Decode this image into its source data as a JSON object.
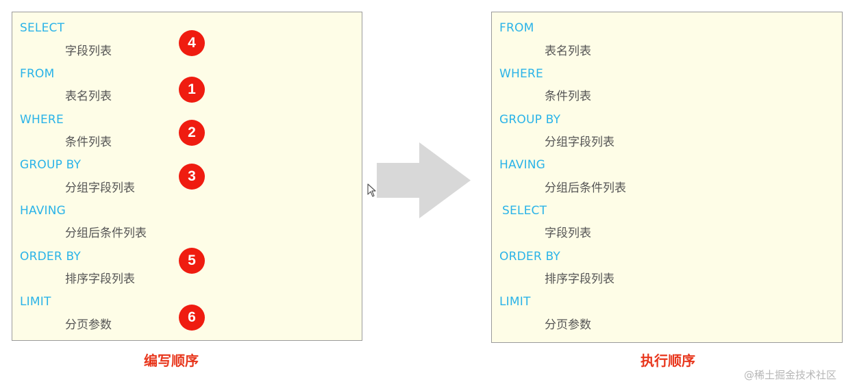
{
  "left": {
    "caption": "编写顺序",
    "rows": [
      {
        "keyword": "SELECT",
        "detail": "字段列表",
        "badge": "4"
      },
      {
        "keyword": "FROM",
        "detail": "表名列表",
        "badge": "1"
      },
      {
        "keyword": "WHERE",
        "detail": "条件列表",
        "badge": "2"
      },
      {
        "keyword": "GROUP  BY",
        "detail": "分组字段列表",
        "badge": "3"
      },
      {
        "keyword": "HAVING",
        "detail": "分组后条件列表",
        "badge": ""
      },
      {
        "keyword": "ORDER BY",
        "detail": "排序字段列表",
        "badge": "5"
      },
      {
        "keyword": "LIMIT",
        "detail": "分页参数",
        "badge": "6"
      }
    ]
  },
  "right": {
    "caption": "执行顺序",
    "rows": [
      {
        "keyword": "FROM",
        "detail": "表名列表"
      },
      {
        "keyword": "WHERE",
        "detail": "条件列表"
      },
      {
        "keyword": "GROUP  BY",
        "detail": "分组字段列表"
      },
      {
        "keyword": "HAVING",
        "detail": "分组后条件列表"
      },
      {
        "keyword": "SELECT",
        "detail": "字段列表"
      },
      {
        "keyword": "ORDER BY",
        "detail": "排序字段列表"
      },
      {
        "keyword": "LIMIT",
        "detail": "分页参数"
      }
    ]
  },
  "watermark": "@稀土掘金技术社区",
  "colors": {
    "keyword": "#2ab3e8",
    "detail": "#555555",
    "badge": "#ef1c10",
    "caption": "#e8361c",
    "panel_bg": "#fefde7",
    "arrow": "#d8d8d8"
  },
  "icons": {
    "arrow": "right-arrow-icon",
    "cursor": "mouse-pointer-icon"
  }
}
